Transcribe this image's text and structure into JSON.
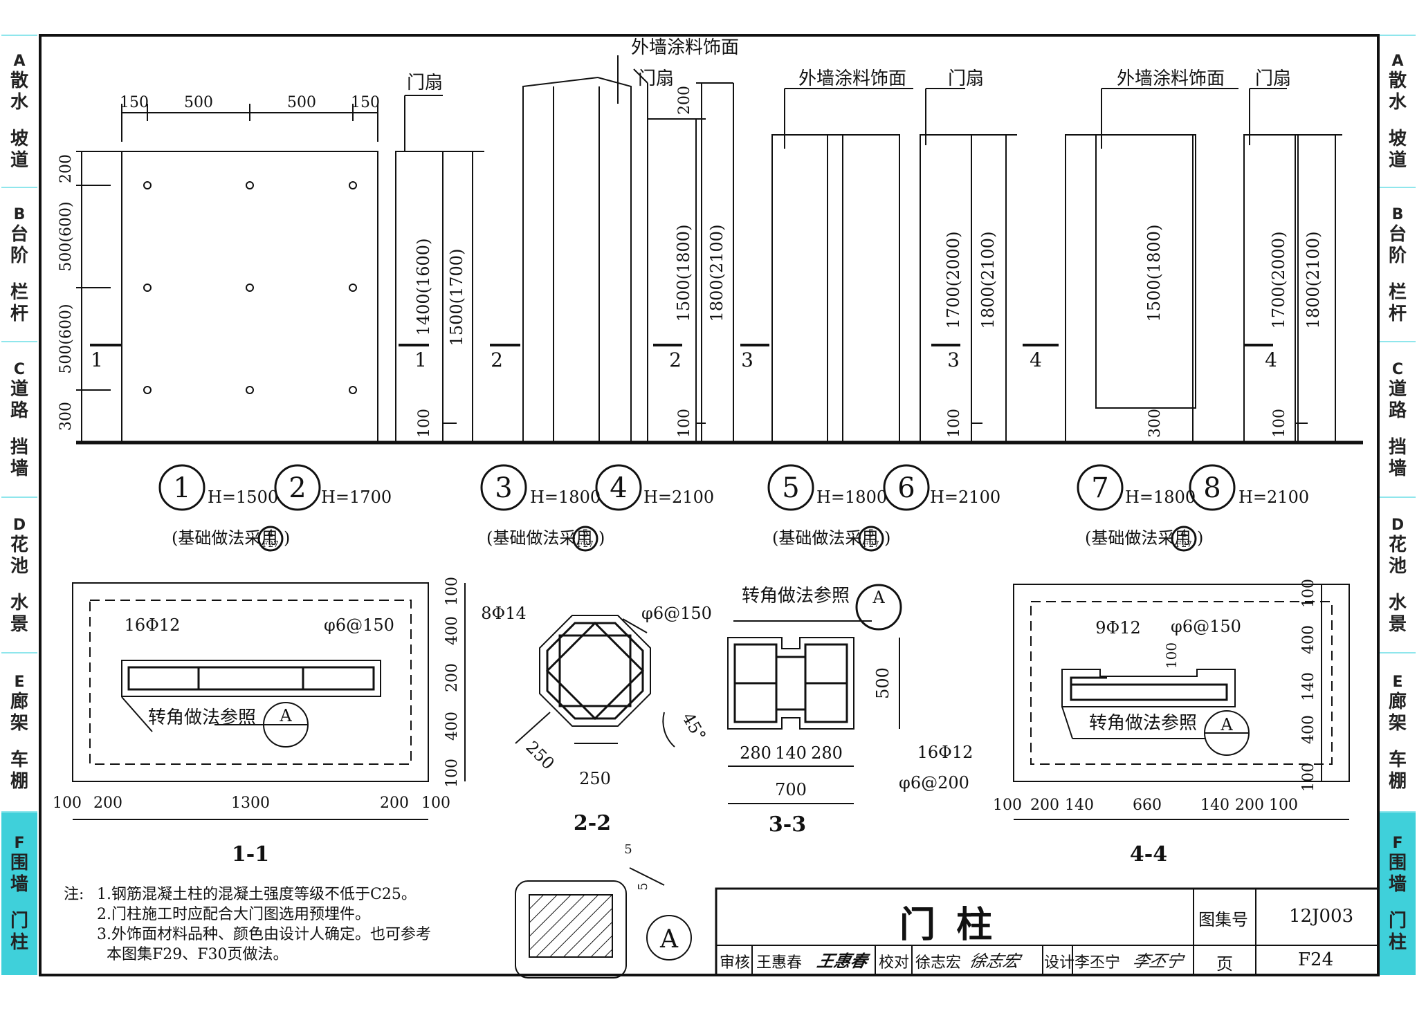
{
  "side_tabs": [
    {
      "letter": "A",
      "top": "散水",
      "bottom": "坡道",
      "active": false
    },
    {
      "letter": "B",
      "top": "台阶",
      "bottom": "栏杆",
      "active": false
    },
    {
      "letter": "C",
      "top": "道路",
      "bottom": "挡墙",
      "active": false
    },
    {
      "letter": "D",
      "top": "花池",
      "bottom": "水景",
      "active": false
    },
    {
      "letter": "E",
      "top": "廊架",
      "bottom": "车棚",
      "active": false
    },
    {
      "letter": "F",
      "top": "围墙",
      "bottom": "门柱",
      "active": true
    }
  ],
  "labels": {
    "exterior_coating": "外墙涂料饰面",
    "door_leaf": "门扇",
    "corner_ref": "转角做法参照",
    "foundation_prefix": "(基础做法采用",
    "foundation_suffix": ")"
  },
  "elevation1": {
    "top_dims": [
      "150",
      "500",
      "500",
      "150"
    ],
    "left_dims": [
      "200",
      "500(600)",
      "500(600)",
      "300"
    ],
    "side_dims": [
      "1400(1600)",
      "1500(1700)",
      "100"
    ],
    "cut": "1"
  },
  "elevation2": {
    "cut": "2",
    "side_dims": [
      "200",
      "1500(1800)",
      "1800(2100)",
      "100"
    ]
  },
  "elevation3": {
    "cut": "3",
    "side_dims": [
      "1700(2000)",
      "1800(2100)",
      "100"
    ]
  },
  "elevation4": {
    "cut": "4",
    "inner_dims": [
      "1500(1800)",
      "300"
    ],
    "side_dims": [
      "1700(2000)",
      "1800(2100)",
      "100"
    ]
  },
  "types": [
    {
      "no": "1",
      "h": "H=1500"
    },
    {
      "no": "2",
      "h": "H=1700"
    },
    {
      "no": "3",
      "h": "H=1800"
    },
    {
      "no": "4",
      "h": "H=2100"
    },
    {
      "no": "5",
      "h": "H=1800"
    },
    {
      "no": "6",
      "h": "H=2100"
    },
    {
      "no": "7",
      "h": "H=1800"
    },
    {
      "no": "8",
      "h": "H=2100"
    }
  ],
  "foundation_refs": [
    {
      "num": "4",
      "page": "F27"
    },
    {
      "num": "5",
      "page": "F27"
    },
    {
      "num": "5",
      "page": "F27"
    },
    {
      "num": "4",
      "page": "F27"
    }
  ],
  "sections": {
    "s11": {
      "title": "1-1",
      "rebar": "16Φ12",
      "stirrup": "φ6@150",
      "bottom_dims": [
        "100",
        "200",
        "1300",
        "200",
        "100"
      ],
      "right_dims": [
        "100",
        "400",
        "200",
        "400",
        "100"
      ]
    },
    "s22": {
      "title": "2-2",
      "rebar": "8Φ14",
      "stirrup": "φ6@150",
      "angle": "45°",
      "dim_diag": "250",
      "dim_bottom": "250"
    },
    "s33": {
      "title": "3-3",
      "rebar": "16Φ12",
      "stirrup": "φ6@200",
      "dim_right": "500",
      "bottom_dims": [
        "280",
        "140",
        "280"
      ],
      "total": "700"
    },
    "s44": {
      "title": "4-4",
      "rebar": "9Φ12",
      "stirrup": "φ6@150",
      "inner": "100",
      "bottom_dims": [
        "100",
        "200",
        "140",
        "660",
        "140",
        "200",
        "100"
      ],
      "right_dims": [
        "100",
        "400",
        "140",
        "400",
        "100"
      ]
    }
  },
  "detail_a": {
    "label": "A",
    "dim1": "5",
    "dim2": "5"
  },
  "notes": {
    "head": "注:",
    "lines": [
      "1.钢筋混凝土柱的混凝土强度等级不低于C25。",
      "2.门柱施工时应配合大门图选用预埋件。",
      "3.外饰面材料品种、颜色由设计人确定。也可参考",
      "  本图集F29、F30页做法。"
    ]
  },
  "title_block": {
    "title": "门  柱",
    "atlas_label": "图集号",
    "atlas_no": "12J003",
    "page_label": "页",
    "page_no": "F24",
    "review_label": "审核",
    "reviewer": "王惠春",
    "reviewer_sig": "王惠春",
    "check_label": "校对",
    "checker": "徐志宏",
    "checker_sig": "徐志宏",
    "design_label": "设计",
    "designer": "李丕宁",
    "designer_sig": "李丕宁"
  }
}
